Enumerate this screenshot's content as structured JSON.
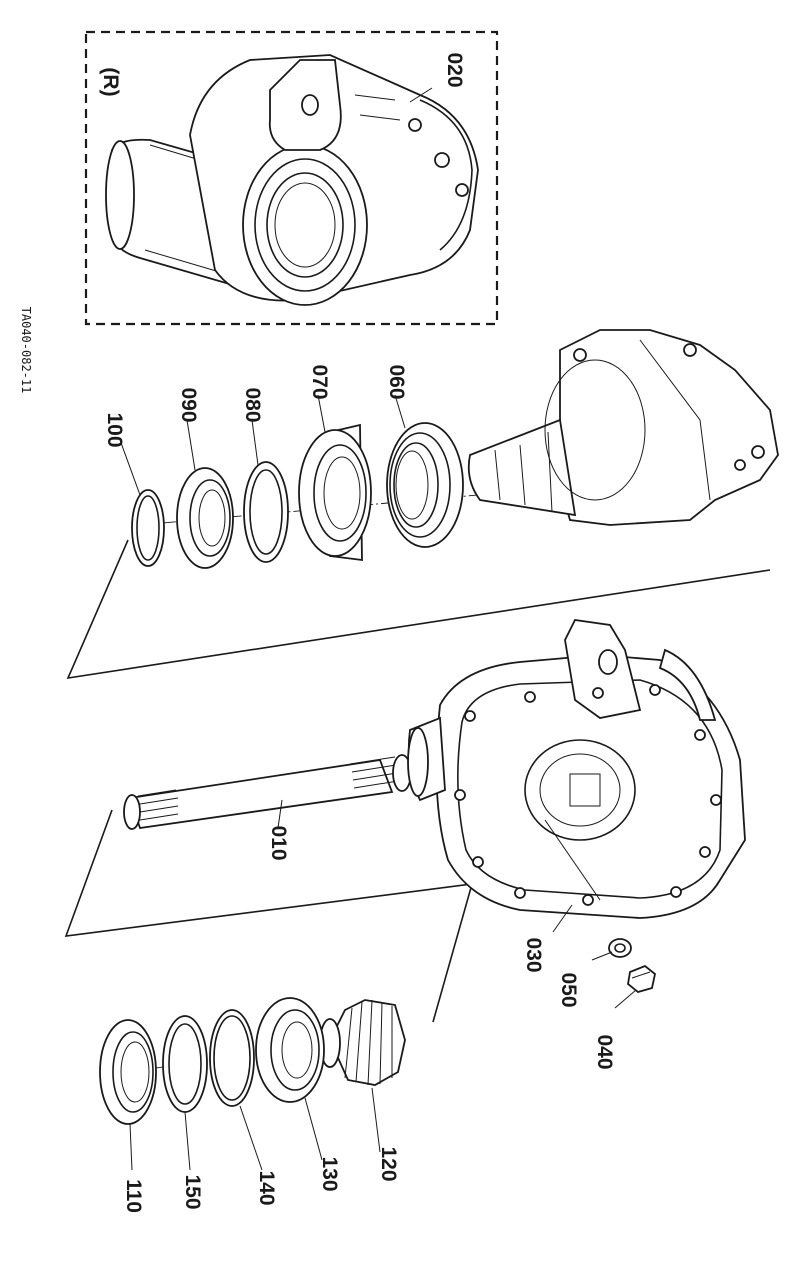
{
  "figure_code": "TA040-082-11",
  "inset_label": "(R)",
  "callouts": {
    "p010": "010",
    "p020": "020",
    "p030": "030",
    "p040": "040",
    "p050": "050",
    "p060": "060",
    "p070": "070",
    "p080": "080",
    "p090": "090",
    "p100": "100",
    "p110": "110",
    "p120": "120",
    "p130": "130",
    "p140": "140",
    "p150": "150"
  }
}
